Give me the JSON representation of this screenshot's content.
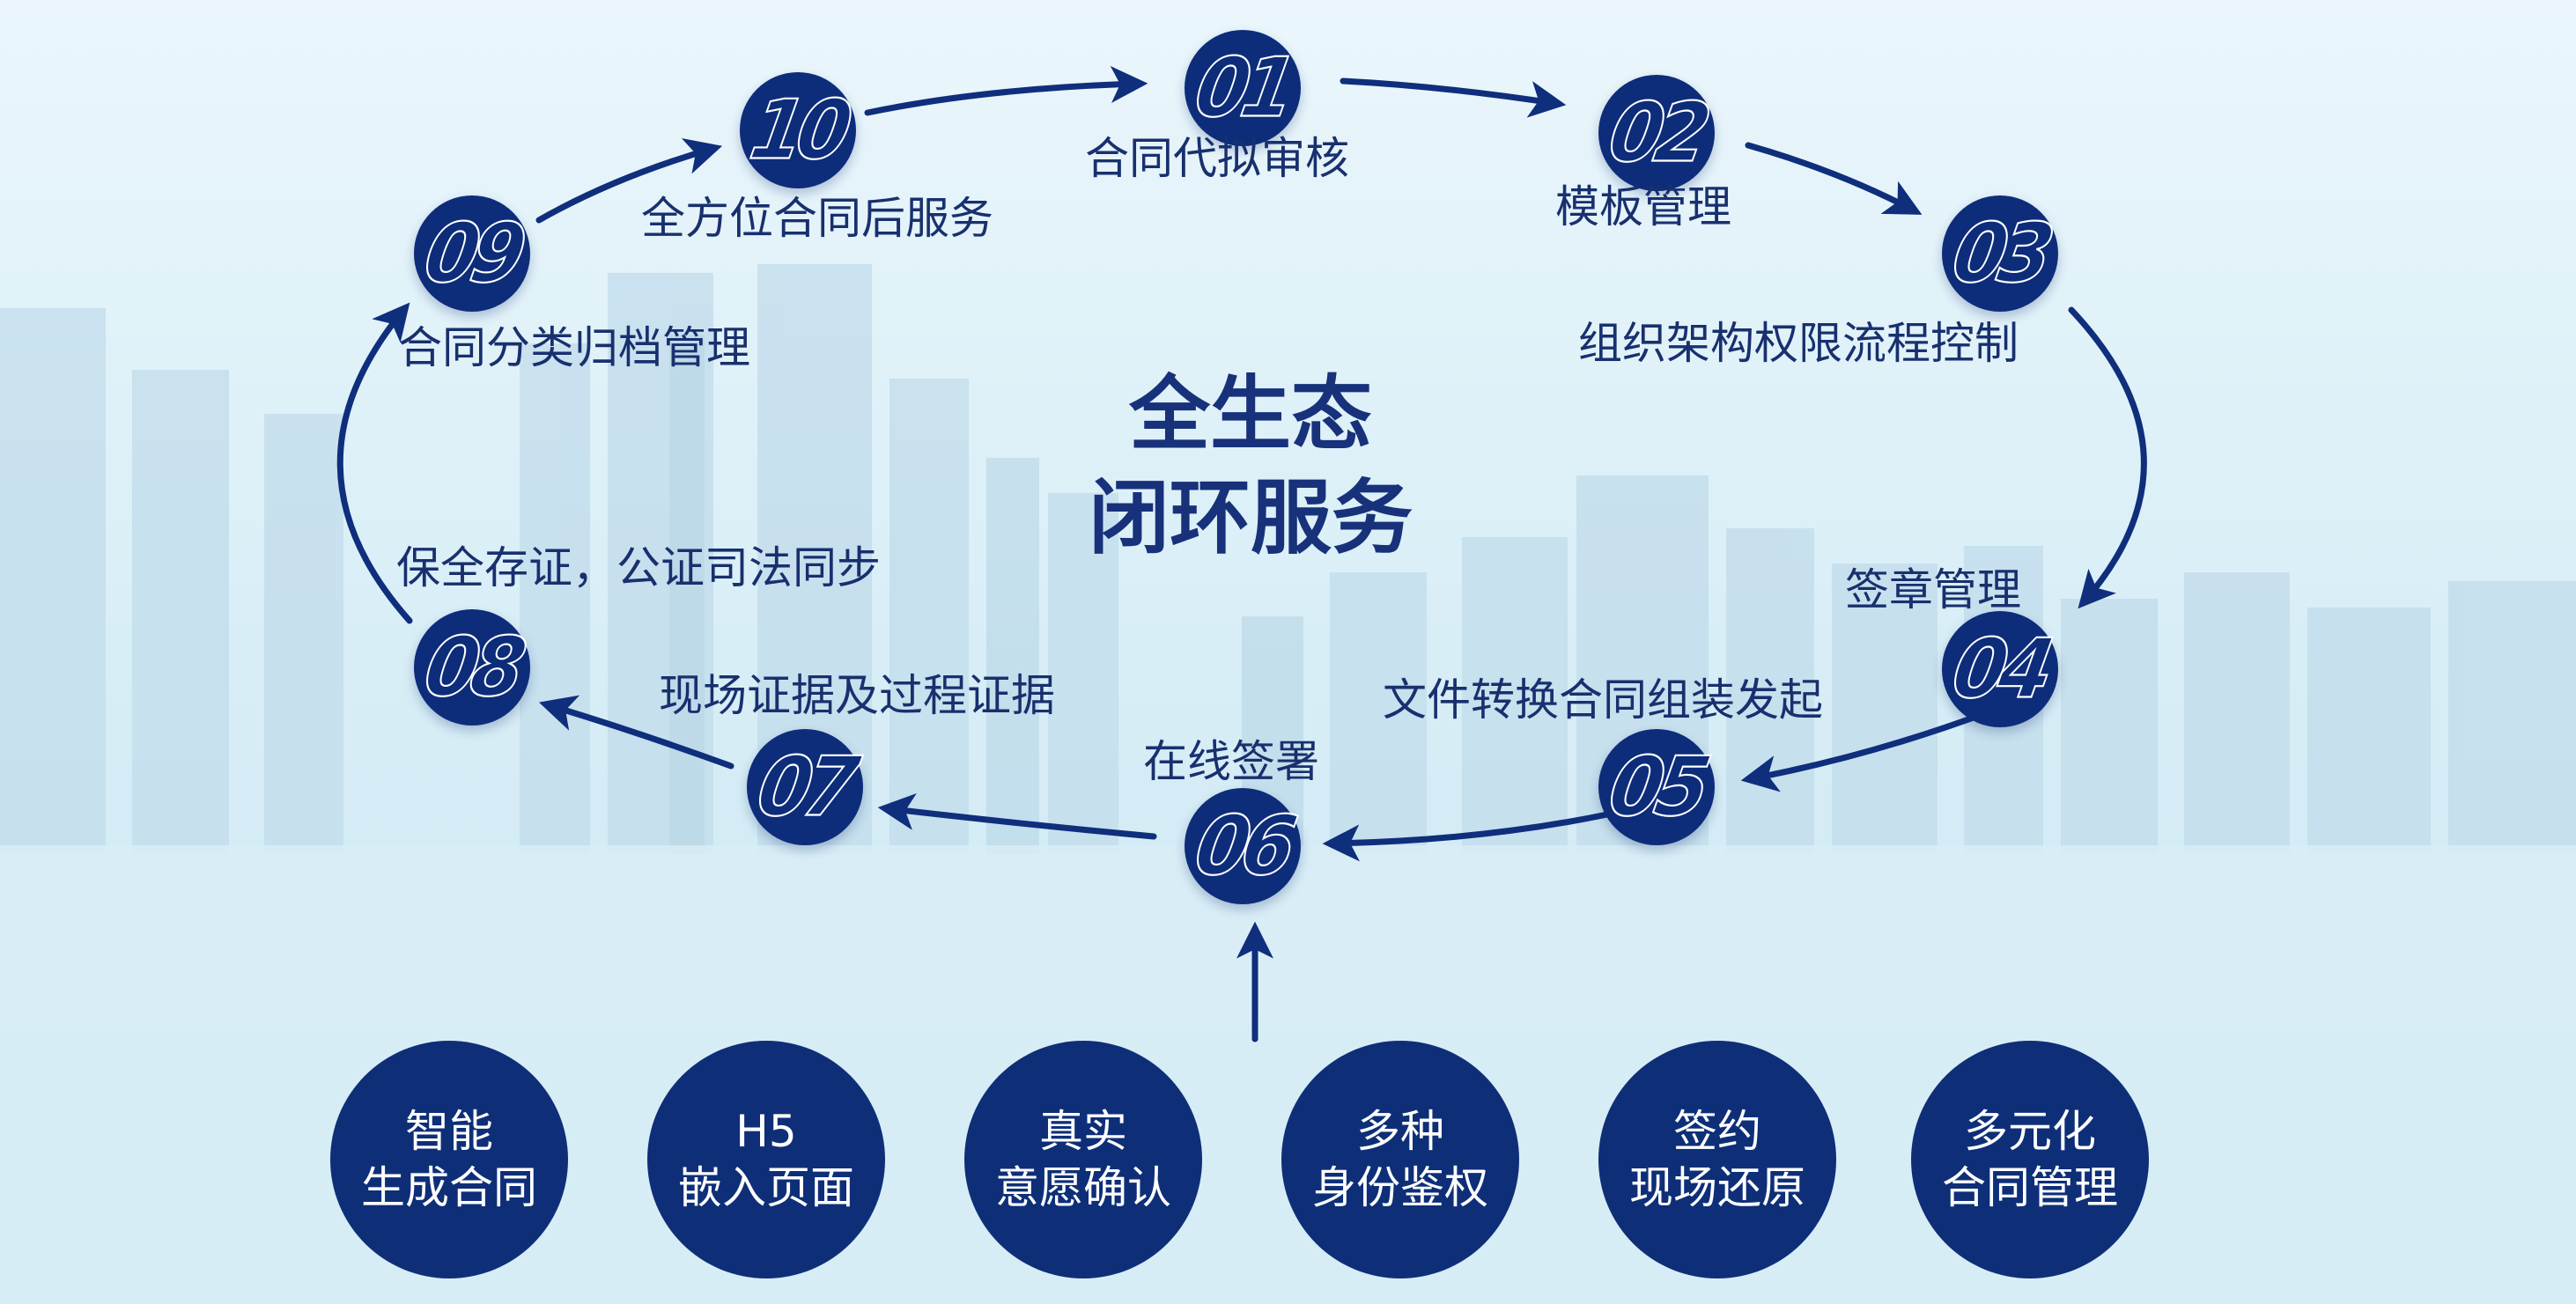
{
  "center_title": {
    "line1": "全生态",
    "line2": "闭环服务"
  },
  "steps": [
    {
      "num": "01",
      "label": "合同代拟审核"
    },
    {
      "num": "02",
      "label": "模板管理"
    },
    {
      "num": "03",
      "label": "组织架构权限流程控制"
    },
    {
      "num": "04",
      "label": "签章管理"
    },
    {
      "num": "05",
      "label": "文件转换合同组装发起"
    },
    {
      "num": "06",
      "label": "在线签署"
    },
    {
      "num": "07",
      "label": "现场证据及过程证据"
    },
    {
      "num": "08",
      "label": "保全存证，公证司法同步"
    },
    {
      "num": "09",
      "label": "合同分类归档管理"
    },
    {
      "num": "10",
      "label": "全方位合同后服务"
    }
  ],
  "features": [
    {
      "line1": "智能",
      "line2": "生成合同"
    },
    {
      "line1": "H5",
      "line2": "嵌入页面"
    },
    {
      "line1": "真实",
      "line2": "意愿确认"
    },
    {
      "line1": "多种",
      "line2": "身份鉴权"
    },
    {
      "line1": "签约",
      "line2": "现场还原"
    },
    {
      "line1": "多元化",
      "line2": "合同管理"
    }
  ],
  "colors": {
    "circle": "#0d2d7a",
    "arrow": "#0f2e7c",
    "text": "#18306e",
    "background": "#d9eef7"
  }
}
